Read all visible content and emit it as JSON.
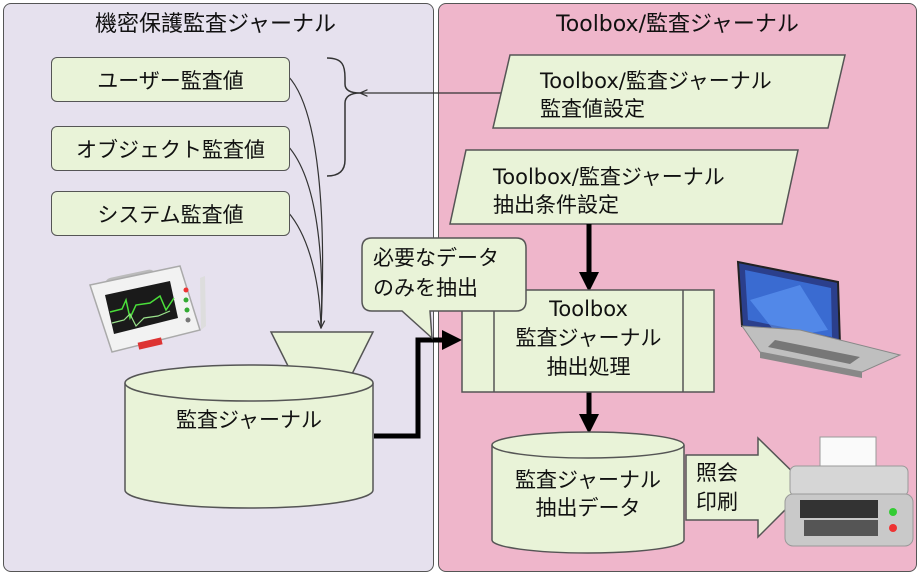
{
  "left_panel": {
    "title": "機密保護監査ジャーナル",
    "audit_values": [
      "ユーザー監査値",
      "オブジェクト監査値",
      "システム監査値"
    ],
    "journal_label": "監査ジャーナル"
  },
  "right_panel": {
    "title": "Toolbox/監査ジャーナル",
    "setting_audit_value": [
      "Toolbox/監査ジャーナル",
      "監査値設定"
    ],
    "setting_extract_condition": [
      "Toolbox/監査ジャーナル",
      "抽出条件設定"
    ],
    "process": [
      "Toolbox",
      "監査ジャーナル",
      "抽出処理"
    ],
    "output_data": [
      "監査ジャーナル",
      "抽出データ"
    ],
    "output_action": [
      "照会",
      "印刷"
    ]
  },
  "callout": [
    "必要なデータ",
    "のみを抽出"
  ],
  "icons": {
    "left_device": "medical-monitor-icon",
    "laptop": "laptop-icon",
    "printer": "printer-icon"
  },
  "colors": {
    "left_panel_bg": "#e6e1ee",
    "right_panel_bg": "#efb6cb",
    "box_fill": "#e9f3d8",
    "border": "#555555",
    "flow_arrow": "#000000"
  }
}
